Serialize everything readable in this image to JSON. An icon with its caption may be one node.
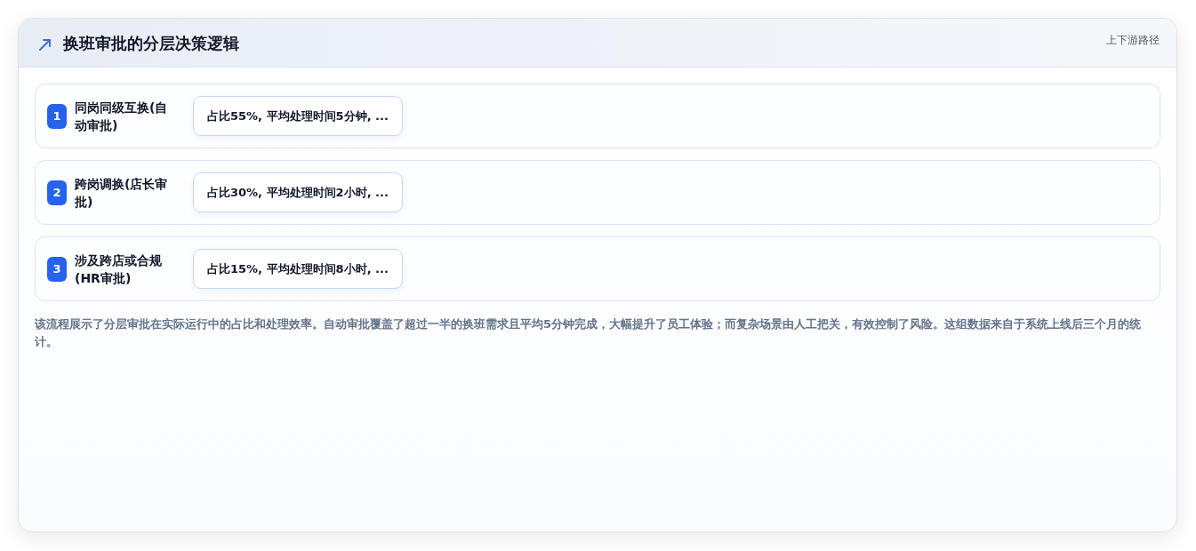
{
  "diagram": {
    "title": "换班审批的分层决策逻辑",
    "nodes": [
      {
        "text": [
          "同岗同级互换(自动审批)"
        ]
      },
      {
        "text": [
          "1"
        ],
        "in": 0
      },
      {
        "text": [
          "占比55%, 平均处理时间5分钟, ..."
        ],
        "in": 0
      },
      {
        "text": [
          "跨岗调换(店长审批)"
        ]
      },
      {
        "text": [
          "2"
        ],
        "in": 3
      },
      {
        "text": [
          "占比30%, 平均处理时间2小时, ..."
        ],
        "in": 3
      },
      {
        "text": [
          "涉及跨店或合规(HR审批)"
        ]
      },
      {
        "text": [
          "3"
        ],
        "in": 6
      },
      {
        "text": [
          "占比15%, 平均处理时间8小时, ..."
        ],
        "in": 6
      }
    ],
    "labels": [
      "上下游路径"
    ],
    "caption": "该流程展示了分层审批在实际运行中的占比和处理效率。自动审批覆盖了超过一半的换班需求且平均5分钟完成，大幅提升了员工体验；而复杂场景由人工把关，有效控制了风险。这组数据来自于系统上线后三个月的统计。"
  }
}
